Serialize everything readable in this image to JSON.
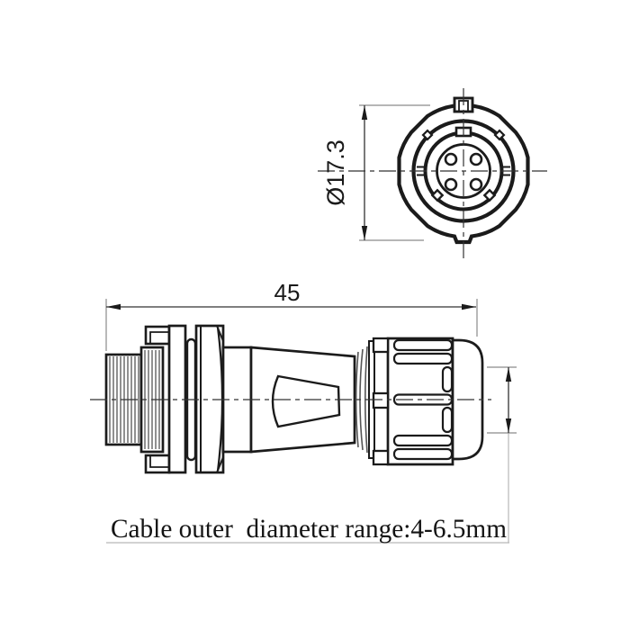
{
  "drawing": {
    "front_view": {
      "diameter_label": "Ø17.3",
      "pin_count": 4
    },
    "side_view": {
      "length_label": "45"
    },
    "note": "Cable outer  diameter range:4-6.5mm",
    "colors": {
      "line": "#1b1b1b",
      "dim": "#333333",
      "faint": "#b8b8b8"
    }
  }
}
